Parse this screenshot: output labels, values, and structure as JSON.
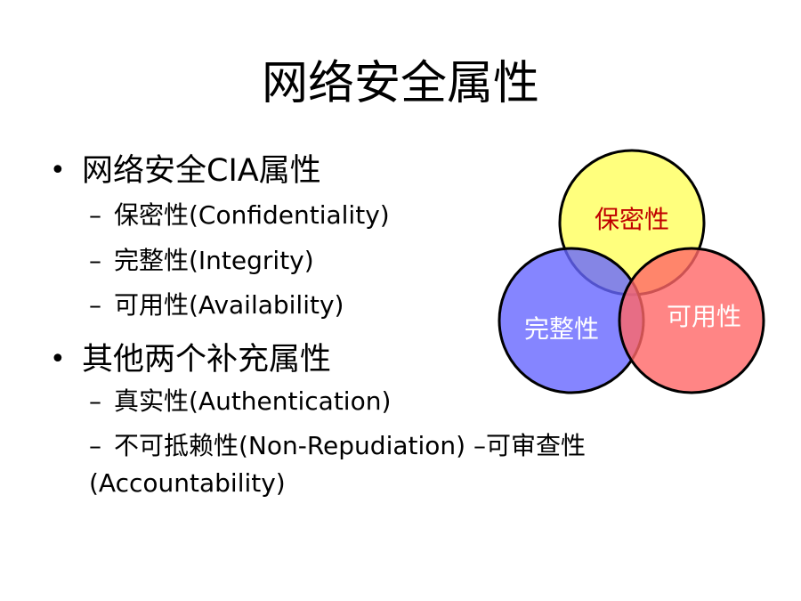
{
  "slide": {
    "title": "网络安全属性",
    "bullets": [
      {
        "text": "网络安全CIA属性",
        "subs": [
          "保密性(Confidentiality)",
          "完整性(Integrity)",
          "可用性(Availability)"
        ]
      },
      {
        "text": "其他两个补充属性",
        "subs": [
          "真实性(Authentication)",
          "不可抵赖性(Non-Repudiation) –可审查性",
          "(Accountability)"
        ]
      }
    ],
    "bullet_glyph": "•",
    "sub_glyph": "–"
  },
  "venn": {
    "circles": [
      {
        "label": "保密性",
        "fill": "#ffff66",
        "label_color": "#c00000"
      },
      {
        "label": "完整性",
        "fill": "#6666ff",
        "label_color": "#ffffff"
      },
      {
        "label": "可用性",
        "fill": "#ff6666",
        "label_color": "#ffffff"
      }
    ],
    "outline": "#000000"
  }
}
